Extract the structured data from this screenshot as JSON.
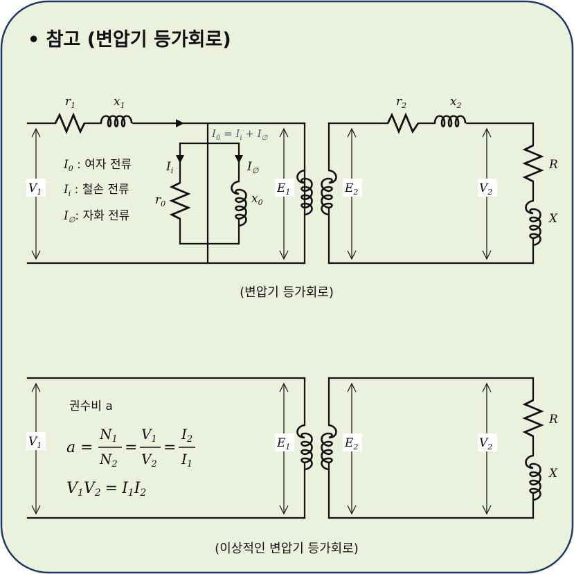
{
  "title": "• 참고 (변압기 등가회로)",
  "colors": {
    "background": "#EAF1DD",
    "border": "#1F3864",
    "text": "#111111",
    "note": "#44546A"
  },
  "circuit1": {
    "caption": "(변압기 등가회로)",
    "r1": "r",
    "r1_sub": "1",
    "x1": "x",
    "x1_sub": "1",
    "r2": "r",
    "r2_sub": "2",
    "x2": "x",
    "x2_sub": "2",
    "r0": "r",
    "r0_sub": "0",
    "x0": "x",
    "x0_sub": "0",
    "Ii": "I",
    "Ii_sub": "i",
    "Iphi": "I",
    "Iphi_sub": "∅",
    "V1": "V",
    "V1_sub": "1",
    "E1": "E",
    "E1_sub": "1",
    "E2": "E",
    "E2_sub": "2",
    "V2": "V",
    "V2_sub": "2",
    "R": "R",
    "X": "X",
    "eq_I0": "I",
    "eq_I0_sub": "0",
    "eq_eq": " = ",
    "eq_Ii": "I",
    "eq_Ii_sub": "i",
    "eq_plus": " + ",
    "eq_Iphi": "I",
    "eq_Iphi_sub": "∅",
    "legend": [
      {
        "sym": "I",
        "sub": "0",
        "text": " : 여자 전류"
      },
      {
        "sym": "I",
        "sub": "i",
        "text": " : 철손 전류"
      },
      {
        "sym": "I",
        "sub": "∅",
        "text": ": 자화 전류"
      }
    ]
  },
  "circuit2": {
    "caption": "(이상적인 변압기 등가회로)",
    "ratio_label": "권수비 a",
    "V1": "V",
    "V1_sub": "1",
    "E1": "E",
    "E1_sub": "1",
    "E2": "E",
    "E2_sub": "2",
    "V2": "V",
    "V2_sub": "2",
    "R": "R",
    "X": "X",
    "formula": {
      "a": "a",
      "eq": "=",
      "N1": "N",
      "N1_sub": "1",
      "N2": "N",
      "N2_sub": "2",
      "V1": "V",
      "V1_sub": "1",
      "V2": "V",
      "V2_sub": "2",
      "I2": "I",
      "I2_sub": "2",
      "I1": "I",
      "I1_sub": "1"
    },
    "product": {
      "V1": "V",
      "V1_sub": "1",
      "V2": "V",
      "V2_sub": "2",
      "eq": "=",
      "I1": "I",
      "I1_sub": "1",
      "I2": "I",
      "I2_sub": "2"
    }
  }
}
